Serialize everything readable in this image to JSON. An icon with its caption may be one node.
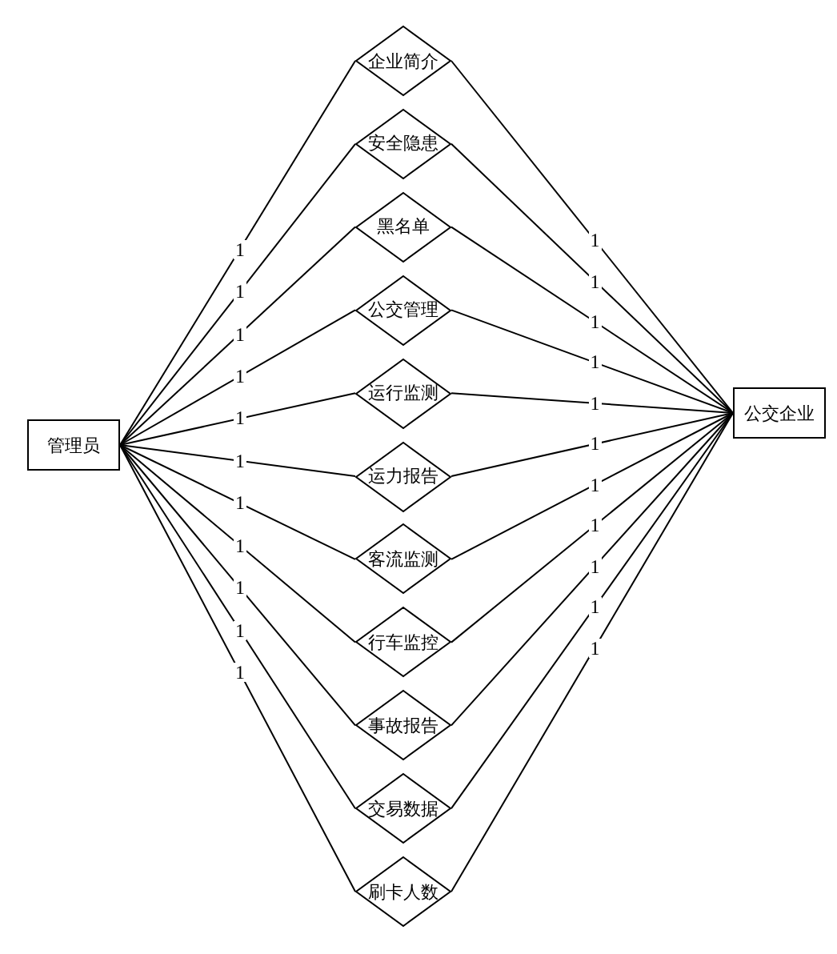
{
  "diagram": {
    "nodes": [
      {
        "text": [
          "管理员"
        ]
      },
      {
        "text": [
          "企业简介"
        ]
      },
      {
        "text": [
          "安全隐患"
        ]
      },
      {
        "text": [
          "黑名单"
        ]
      },
      {
        "text": [
          "公交管理"
        ]
      },
      {
        "text": [
          "运行监测"
        ]
      },
      {
        "text": [
          "运力报告"
        ]
      },
      {
        "text": [
          "客流监测"
        ]
      },
      {
        "text": [
          "行车监控"
        ]
      },
      {
        "text": [
          "事故报告"
        ]
      },
      {
        "text": [
          "交易数据"
        ]
      },
      {
        "text": [
          "刷卡人数"
        ]
      },
      {
        "text": [
          "公交企业"
        ]
      }
    ],
    "edges": [
      {
        "from": 0,
        "to": 1,
        "arrow": "none",
        "label": "1"
      },
      {
        "from": 0,
        "to": 2,
        "arrow": "none",
        "label": "1"
      },
      {
        "from": 0,
        "to": 3,
        "arrow": "none",
        "label": "1"
      },
      {
        "from": 0,
        "to": 4,
        "arrow": "none",
        "label": "1"
      },
      {
        "from": 0,
        "to": 5,
        "arrow": "none",
        "label": "1"
      },
      {
        "from": 0,
        "to": 6,
        "arrow": "none",
        "label": "1"
      },
      {
        "from": 0,
        "to": 7,
        "arrow": "none",
        "label": "1"
      },
      {
        "from": 0,
        "to": 8,
        "arrow": "none",
        "label": "1"
      },
      {
        "from": 0,
        "to": 9,
        "arrow": "none",
        "label": "1"
      },
      {
        "from": 0,
        "to": 10,
        "arrow": "none",
        "label": "1"
      },
      {
        "from": 0,
        "to": 11,
        "arrow": "none",
        "label": "1"
      },
      {
        "from": 1,
        "to": 12,
        "arrow": "none",
        "label": "1"
      },
      {
        "from": 2,
        "to": 12,
        "arrow": "none",
        "label": "1"
      },
      {
        "from": 3,
        "to": 12,
        "arrow": "none",
        "label": "1"
      },
      {
        "from": 4,
        "to": 12,
        "arrow": "none",
        "label": "1"
      },
      {
        "from": 5,
        "to": 12,
        "arrow": "none",
        "label": "1"
      },
      {
        "from": 6,
        "to": 12,
        "arrow": "none",
        "label": "1"
      },
      {
        "from": 7,
        "to": 12,
        "arrow": "none",
        "label": "1"
      },
      {
        "from": 8,
        "to": 12,
        "arrow": "none",
        "label": "1"
      },
      {
        "from": 9,
        "to": 12,
        "arrow": "none",
        "label": "1"
      },
      {
        "from": 10,
        "to": 12,
        "arrow": "none",
        "label": "1"
      },
      {
        "from": 11,
        "to": 12,
        "arrow": "none",
        "label": "1"
      }
    ]
  }
}
